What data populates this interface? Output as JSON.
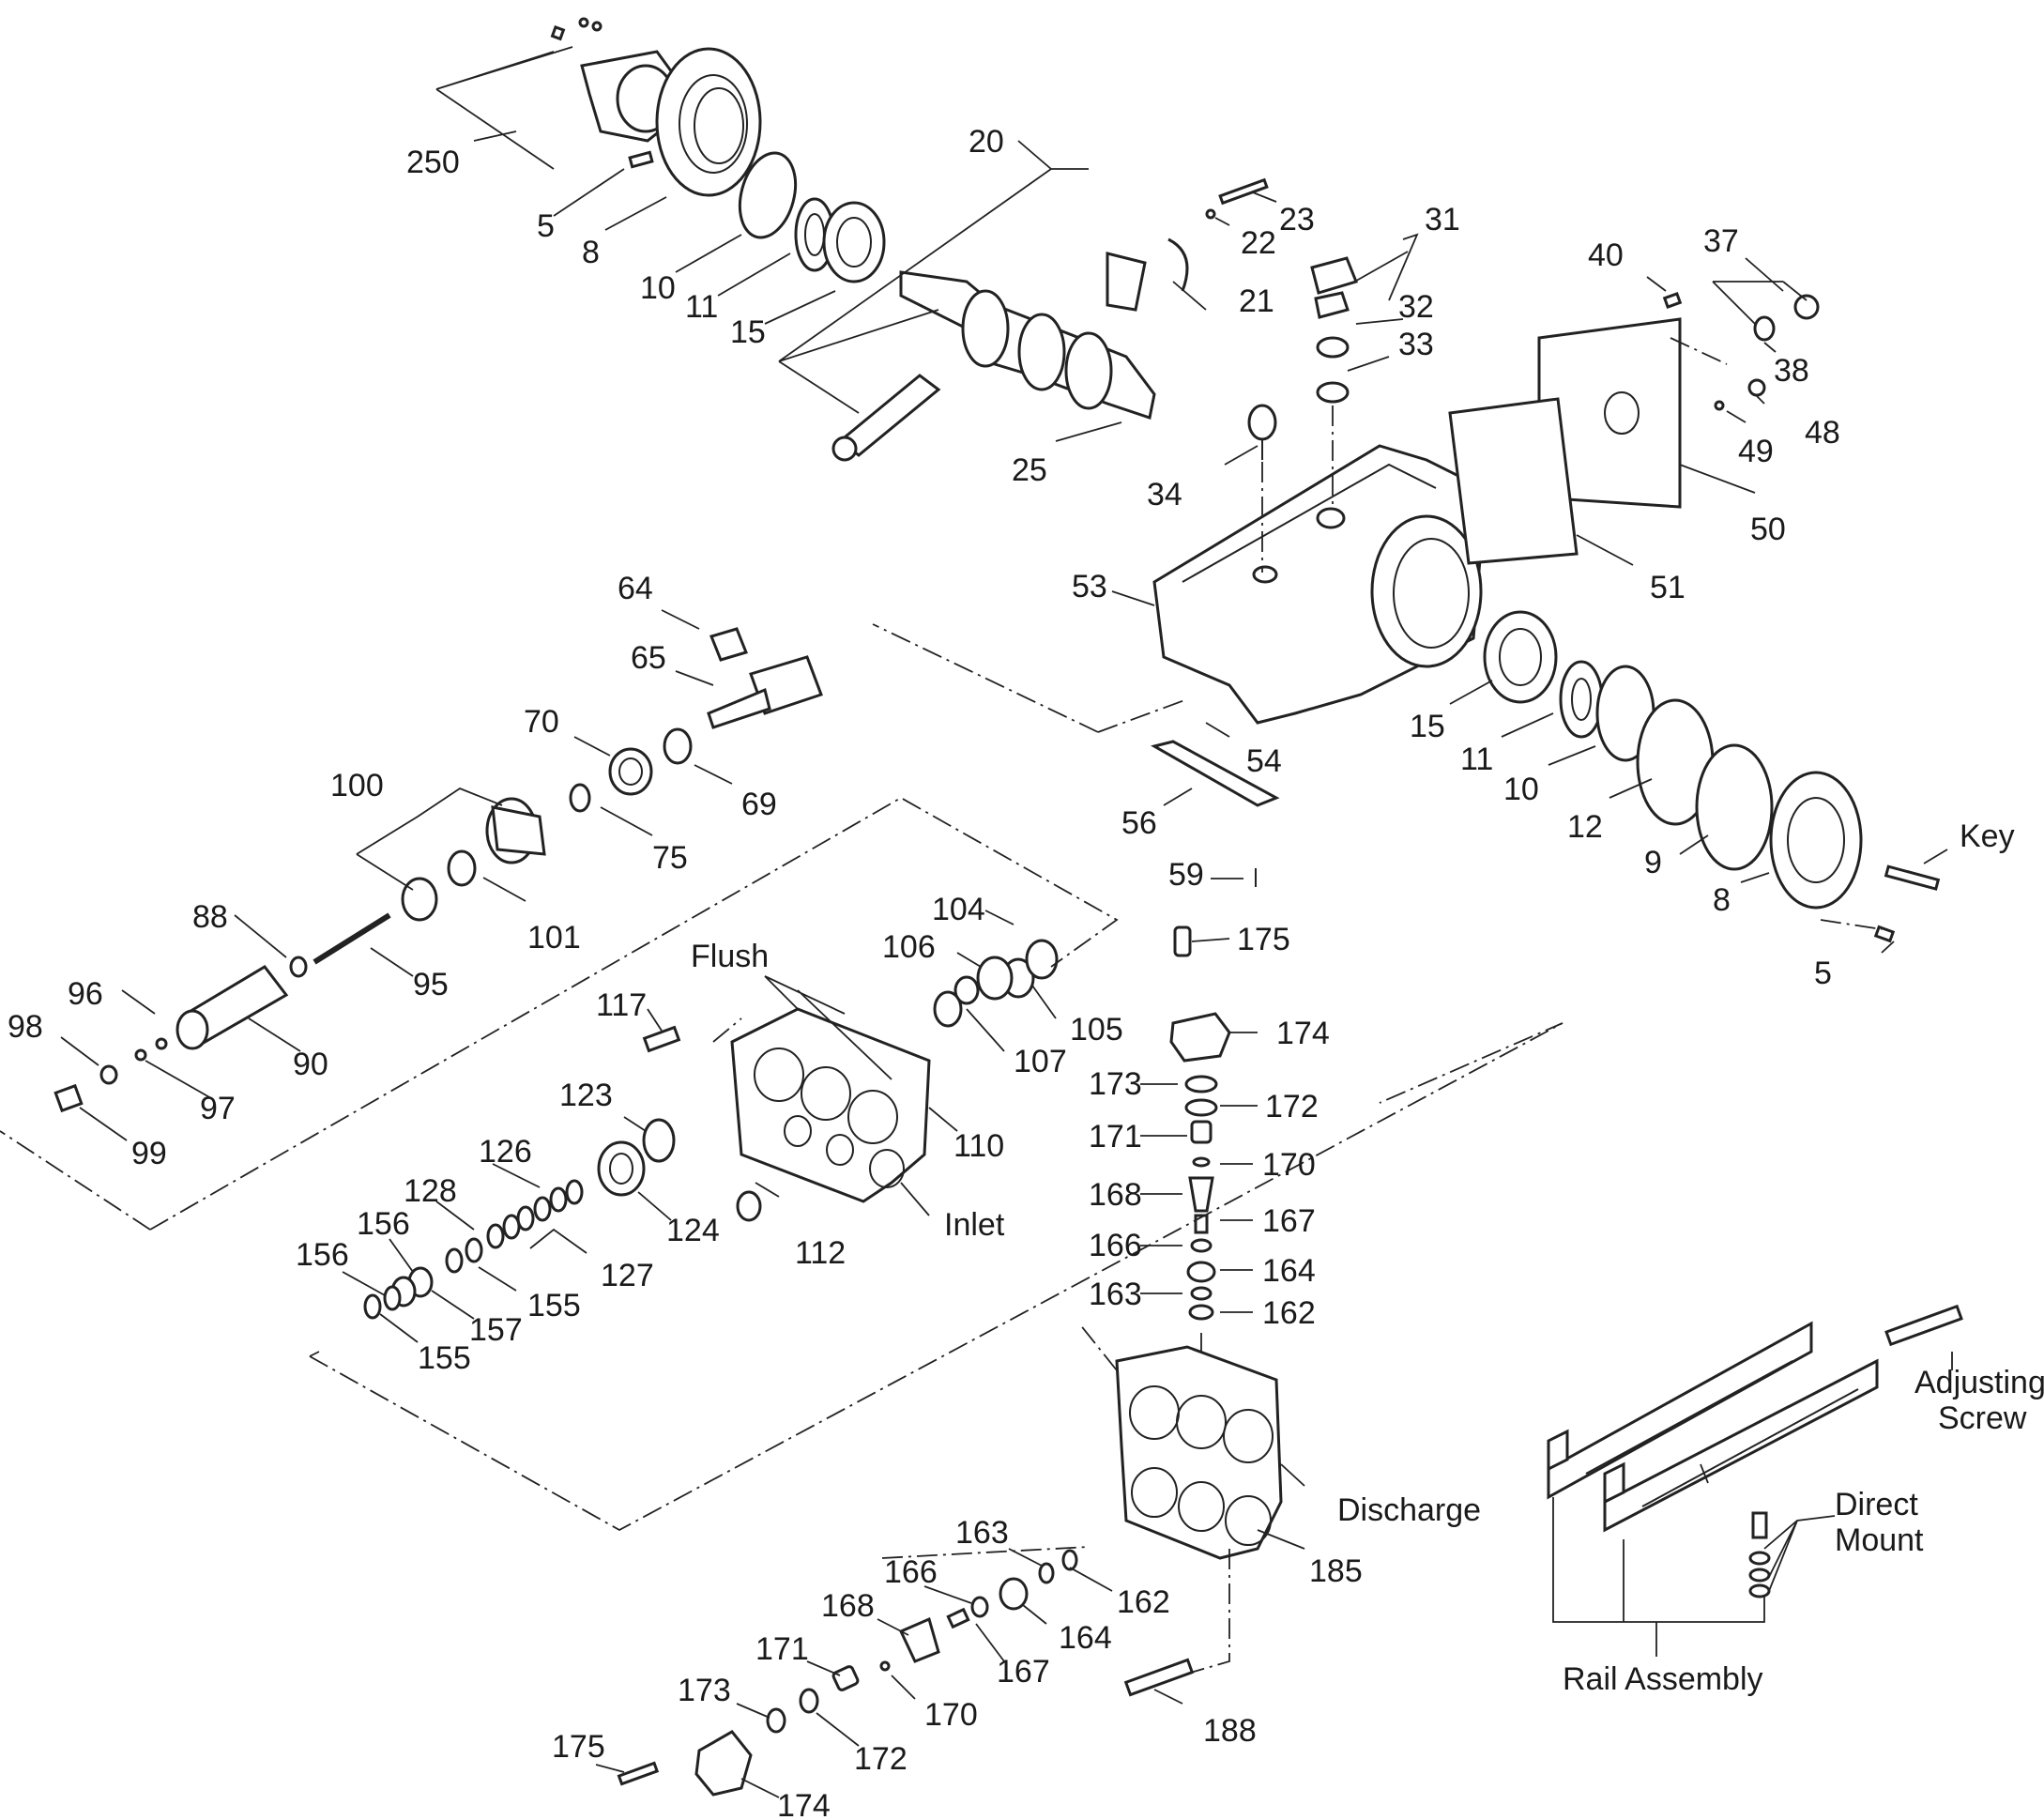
{
  "labels": {
    "l250": "250",
    "l5a": "5",
    "l8a": "8",
    "l10a": "10",
    "l11a": "11",
    "l15a": "15",
    "l20": "20",
    "l21": "21",
    "l22": "22",
    "l23": "23",
    "l25": "25",
    "l31": "31",
    "l32": "32",
    "l33": "33",
    "l34": "34",
    "l37": "37",
    "l38": "38",
    "l40": "40",
    "l48": "48",
    "l49": "49",
    "l50": "50",
    "l51": "51",
    "l53": "53",
    "l54": "54",
    "l56": "56",
    "l59": "59",
    "l15b": "15",
    "l11b": "11",
    "l10b": "10",
    "l12": "12",
    "l9": "9",
    "l8b": "8",
    "l5b": "5",
    "key": "Key",
    "l64": "64",
    "l65": "65",
    "l70": "70",
    "l69": "69",
    "l75": "75",
    "l100": "100",
    "l101": "101",
    "l88": "88",
    "l95": "95",
    "l96": "96",
    "l90": "90",
    "l98": "98",
    "l97": "97",
    "l99": "99",
    "l104": "104",
    "l106": "106",
    "l105": "105",
    "l107": "107",
    "flush": "Flush",
    "l117": "117",
    "l110": "110",
    "l123": "123",
    "l124": "124",
    "l112": "112",
    "inlet": "Inlet",
    "l126": "126",
    "l128": "128",
    "l127": "127",
    "l156a": "156",
    "l156b": "156",
    "l155a": "155",
    "l157": "157",
    "l155b": "155",
    "l175a": "175",
    "l174a": "174",
    "l173a": "173",
    "l172a": "172",
    "l171a": "171",
    "l170a": "170",
    "l168a": "168",
    "l167a": "167",
    "l166a": "166",
    "l164a": "164",
    "l163a": "163",
    "l162a": "162",
    "discharge": "Discharge",
    "l185": "185",
    "l188": "188",
    "l163b": "163",
    "l162b": "162",
    "l166b": "166",
    "l164b": "164",
    "l168b": "168",
    "l167b": "167",
    "l171b": "171",
    "l170b": "170",
    "l173b": "173",
    "l172b": "172",
    "l175b": "175",
    "l174b": "174",
    "adj1": "Adjusting",
    "adj2": "Screw",
    "dm1": "Direct",
    "dm2": "Mount",
    "rail": "Rail Assembly"
  }
}
